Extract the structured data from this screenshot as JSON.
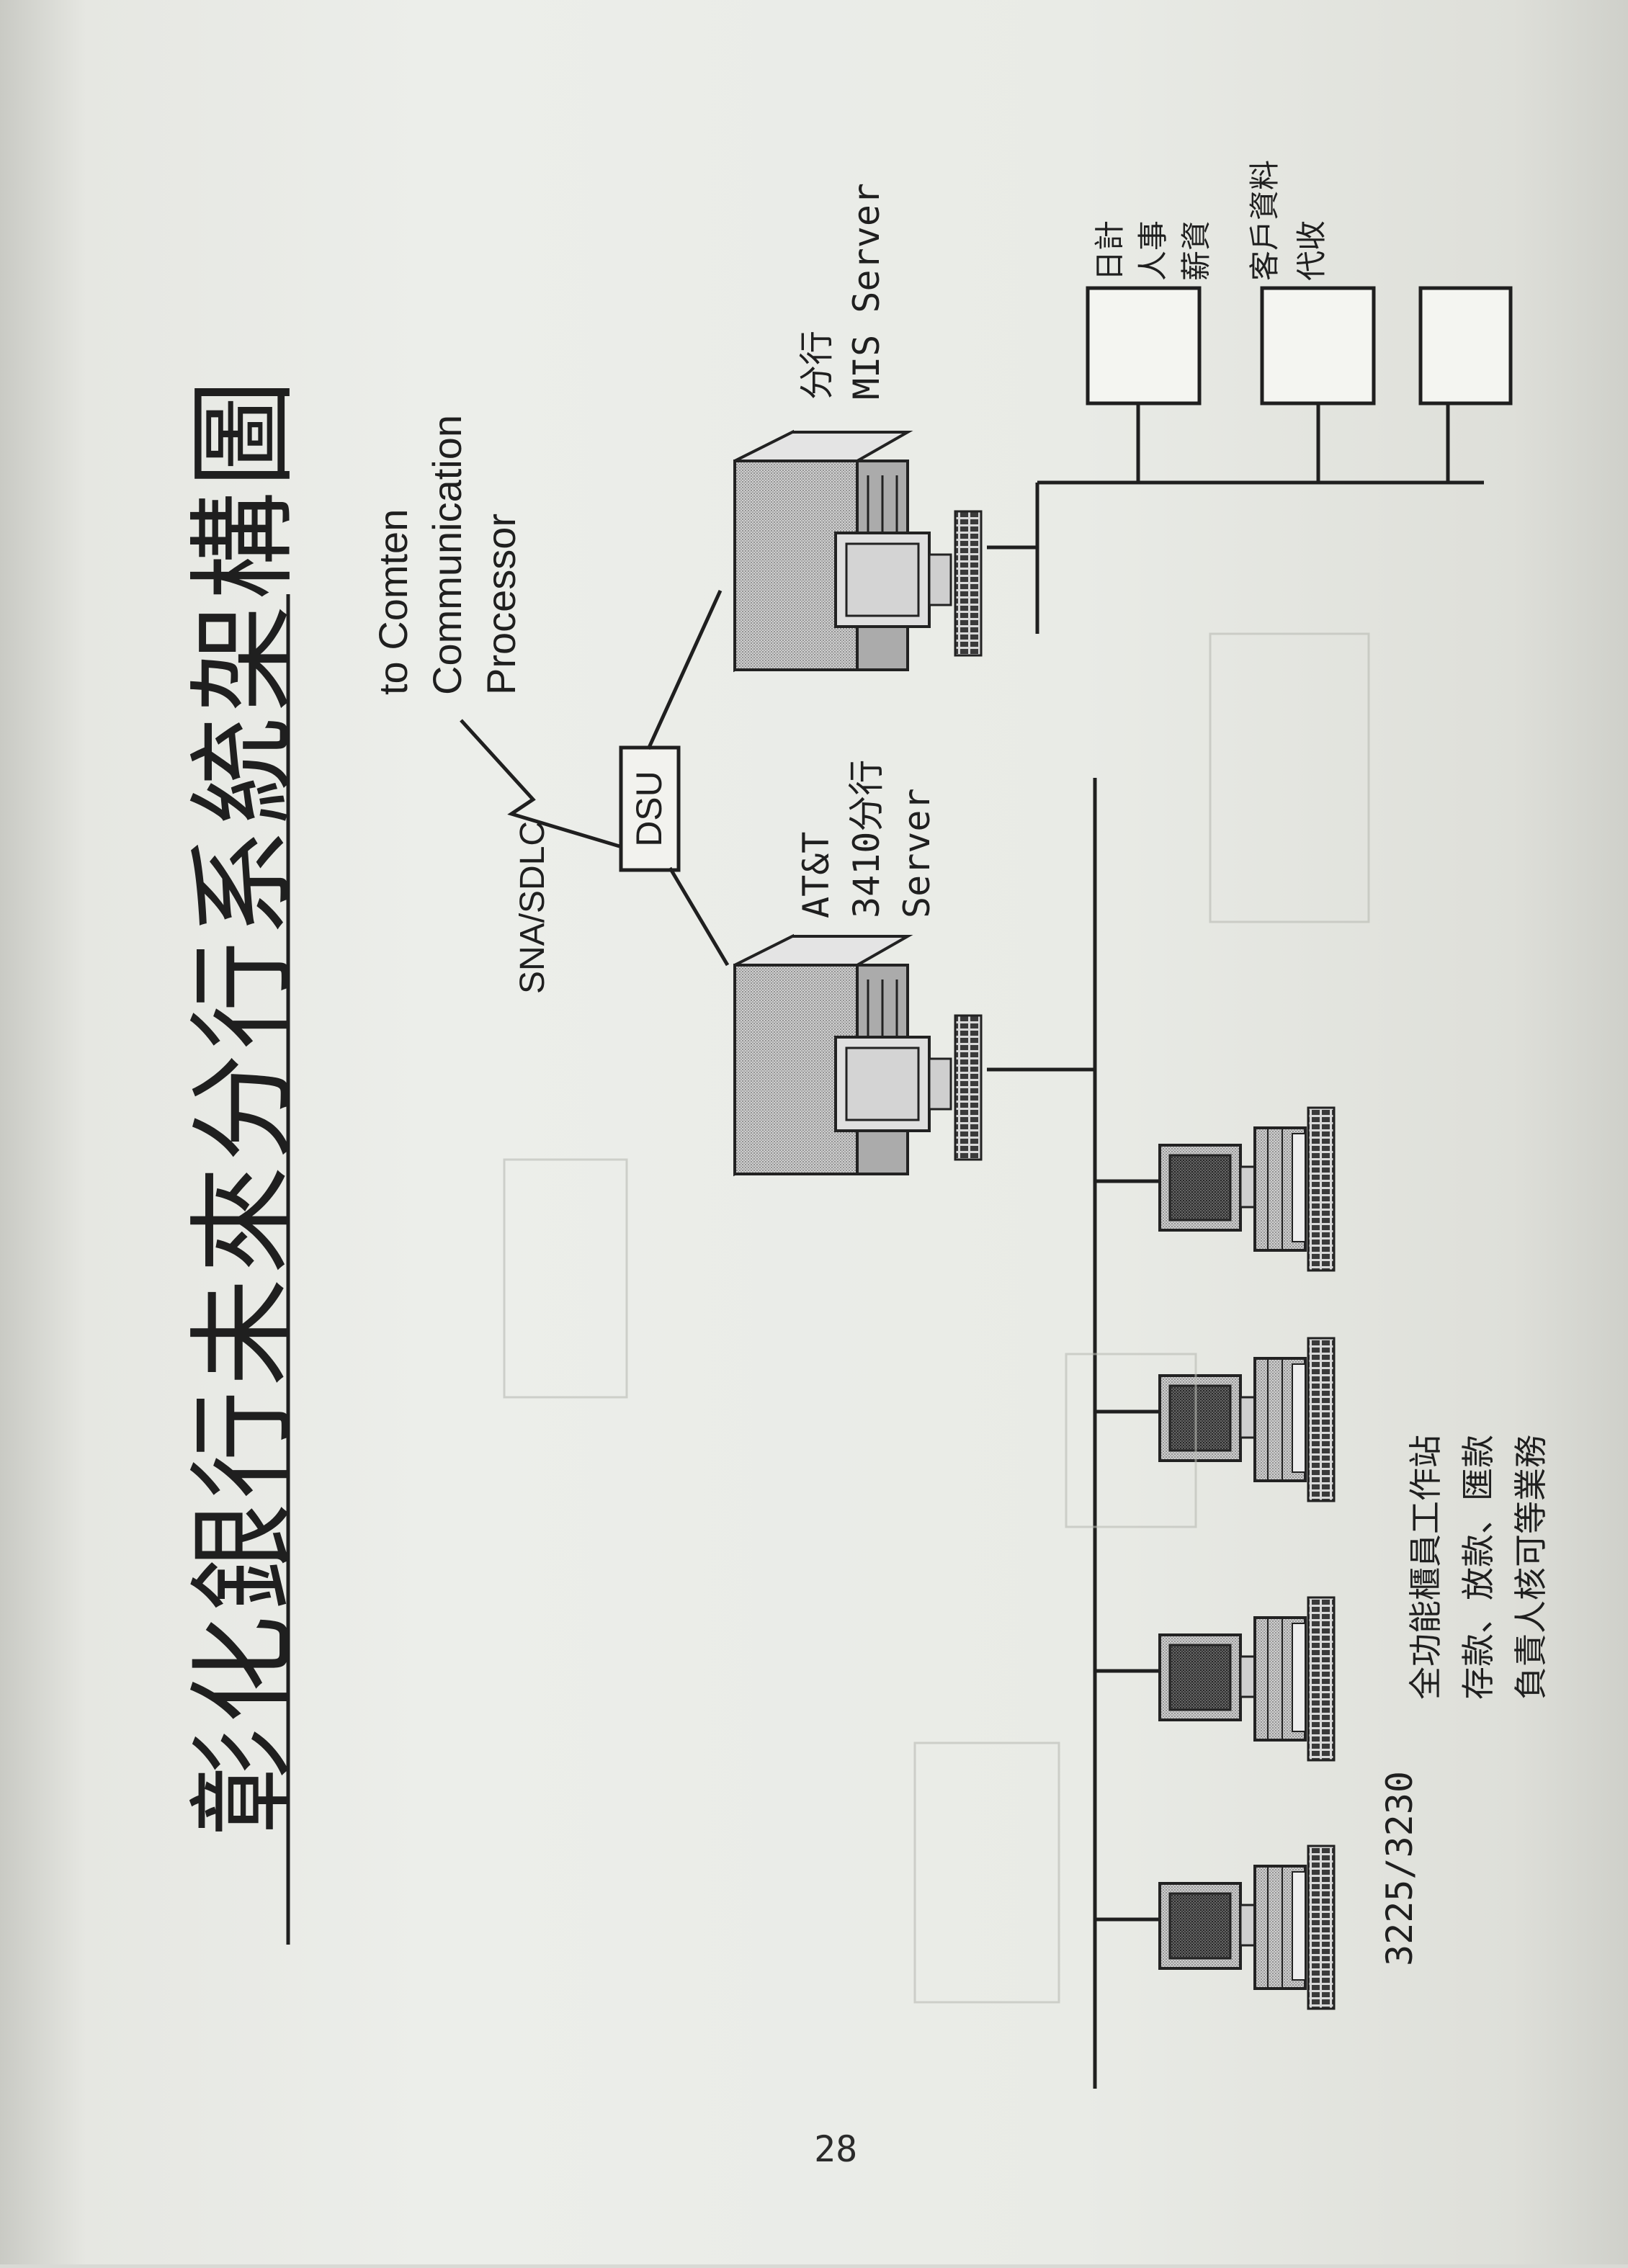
{
  "title": "彰化銀行未來分行系統架構圖",
  "comm": {
    "to_line1": "to Comten",
    "to_line2": "Communication",
    "to_line3": "Processor",
    "protocol": "SNA/SDLC",
    "dsu": "DSU"
  },
  "att_server": {
    "line1": "AT&T",
    "line2": "3410分行",
    "line3": "Server"
  },
  "mis_server": {
    "line1": "分行",
    "line2": "MIS Server"
  },
  "mis_clients": {
    "col1_line1": "日計",
    "col1_line2": "人事",
    "col1_line3": "薪資",
    "col2_line1": "客戶資料",
    "col2_line2": "代收"
  },
  "workstations": {
    "model": "3225/3230",
    "desc_line1": "全功能櫃員工作站",
    "desc_line2": "存款、放款、匯款",
    "desc_line3": "負責人核可等業務"
  },
  "page_number": "28",
  "colors": {
    "ink": "#1f1f1f",
    "paper": "#e9ebe6",
    "case": "#bdbdbd",
    "screen": "#7a7a7a"
  }
}
